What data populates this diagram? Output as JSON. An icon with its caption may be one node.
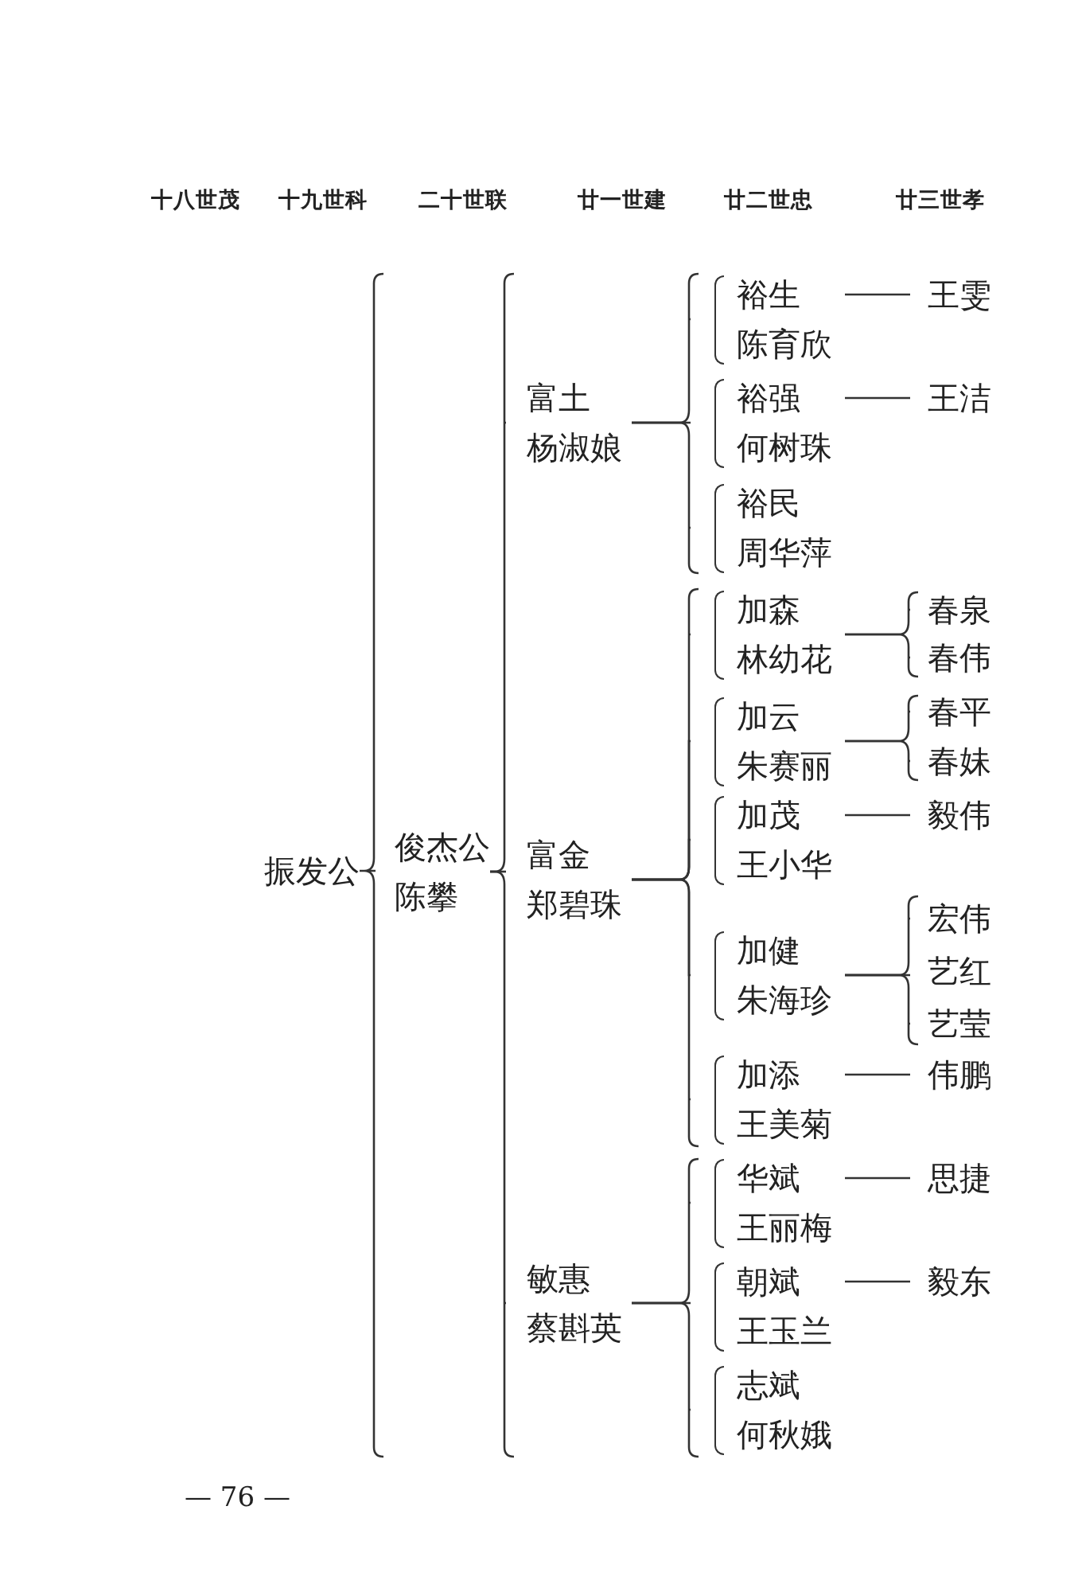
{
  "diagram": {
    "nodes": [
      {
        "text": [
          "振发公"
        ]
      },
      {
        "text": [
          "俊杰公",
          "陈攀"
        ]
      },
      {
        "text": [
          "富土",
          "杨淑娘"
        ]
      },
      {
        "text": [
          "裕生",
          "陈育欣"
        ]
      },
      {
        "text": [
          "王雯"
        ]
      },
      {
        "text": [
          "裕强",
          "何树珠"
        ]
      },
      {
        "text": [
          "王洁"
        ]
      },
      {
        "text": [
          "裕民",
          "周华萍"
        ]
      },
      {
        "text": [
          "富金",
          "郑碧珠"
        ]
      },
      {
        "text": [
          "加森",
          "林幼花"
        ]
      },
      {
        "text": [
          "春泉"
        ]
      },
      {
        "text": [
          "春伟"
        ]
      },
      {
        "text": [
          "加云",
          "朱赛丽"
        ]
      },
      {
        "text": [
          "春平"
        ]
      },
      {
        "text": [
          "春妹"
        ]
      },
      {
        "text": [
          "加茂",
          "王小华"
        ]
      },
      {
        "text": [
          "毅伟"
        ]
      },
      {
        "text": [
          "加健",
          "朱海珍"
        ]
      },
      {
        "text": [
          "宏伟"
        ]
      },
      {
        "text": [
          "艺红"
        ]
      },
      {
        "text": [
          "艺莹"
        ]
      },
      {
        "text": [
          "加添",
          "王美菊"
        ]
      },
      {
        "text": [
          "伟鹏"
        ]
      },
      {
        "text": [
          "敏惠",
          "蔡斟英"
        ]
      },
      {
        "text": [
          "华斌",
          "王丽梅"
        ]
      },
      {
        "text": [
          "思捷"
        ]
      },
      {
        "text": [
          "朝斌",
          "王玉兰"
        ]
      },
      {
        "text": [
          "毅东"
        ]
      },
      {
        "text": [
          "志斌",
          "何秋娥"
        ]
      }
    ],
    "edges": [
      {
        "from": 0,
        "to": 1,
        "arrow": "none"
      },
      {
        "from": 1,
        "to": 2,
        "arrow": "none"
      },
      {
        "from": 1,
        "to": 8,
        "arrow": "none"
      },
      {
        "from": 1,
        "to": 23,
        "arrow": "none"
      },
      {
        "from": 2,
        "to": 3,
        "arrow": "none"
      },
      {
        "from": 2,
        "to": 5,
        "arrow": "none"
      },
      {
        "from": 2,
        "to": 7,
        "arrow": "none"
      },
      {
        "from": 3,
        "to": 4,
        "arrow": "none"
      },
      {
        "from": 5,
        "to": 6,
        "arrow": "none"
      },
      {
        "from": 8,
        "to": 9,
        "arrow": "none"
      },
      {
        "from": 8,
        "to": 12,
        "arrow": "none"
      },
      {
        "from": 8,
        "to": 15,
        "arrow": "none"
      },
      {
        "from": 8,
        "to": 17,
        "arrow": "none"
      },
      {
        "from": 8,
        "to": 21,
        "arrow": "none"
      },
      {
        "from": 9,
        "to": 10,
        "arrow": "none"
      },
      {
        "from": 9,
        "to": 11,
        "arrow": "none"
      },
      {
        "from": 12,
        "to": 13,
        "arrow": "none"
      },
      {
        "from": 12,
        "to": 14,
        "arrow": "none"
      },
      {
        "from": 15,
        "to": 16,
        "arrow": "none"
      },
      {
        "from": 17,
        "to": 18,
        "arrow": "none"
      },
      {
        "from": 17,
        "to": 19,
        "arrow": "none"
      },
      {
        "from": 17,
        "to": 20,
        "arrow": "none"
      },
      {
        "from": 21,
        "to": 22,
        "arrow": "none"
      },
      {
        "from": 23,
        "to": 24,
        "arrow": "none"
      },
      {
        "from": 23,
        "to": 26,
        "arrow": "none"
      },
      {
        "from": 23,
        "to": 28,
        "arrow": "none"
      },
      {
        "from": 24,
        "to": 25,
        "arrow": "none"
      },
      {
        "from": 26,
        "to": 27,
        "arrow": "none"
      }
    ],
    "labels": [
      "十八世茂",
      "十九世科",
      "二十世联",
      "廿一世建",
      "廿二世忠",
      "廿三世孝",
      "— 76 —"
    ]
  }
}
